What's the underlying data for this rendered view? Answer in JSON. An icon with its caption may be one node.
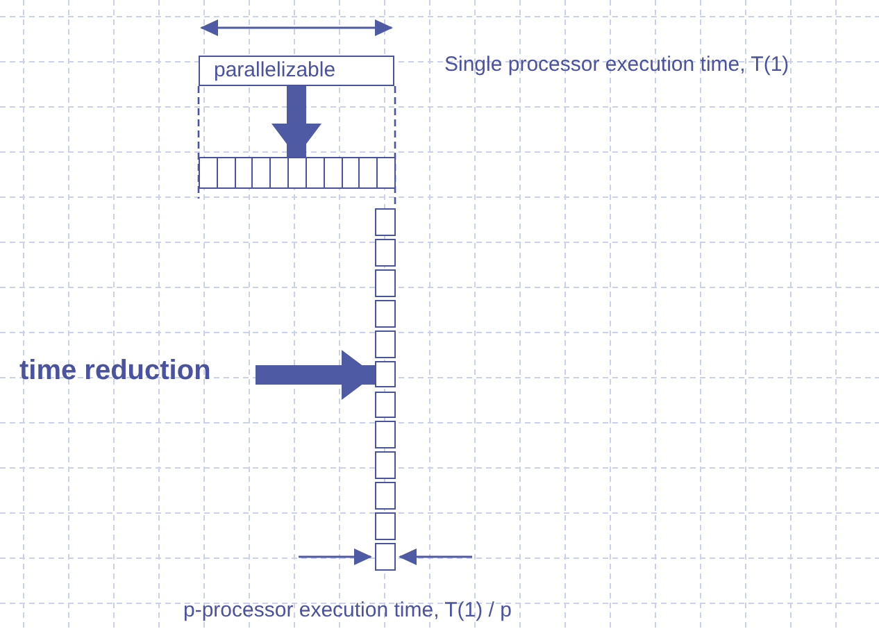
{
  "diagram": {
    "nodes": [
      {
        "text": [
          "parallelizable"
        ]
      },
      {
        "text": [],
        "shape": "bar"
      },
      {
        "text": [],
        "shape": "bar"
      },
      {
        "text": [
          "time reduction"
        ]
      }
    ],
    "edges": [
      {
        "from": 0,
        "to": 1,
        "arrow": "to"
      },
      {
        "from": 3,
        "to": 2,
        "arrow": "to"
      }
    ],
    "labels": [
      "Single processor execution time, T(1)",
      "p-processor execution time, T(1) / p"
    ]
  }
}
